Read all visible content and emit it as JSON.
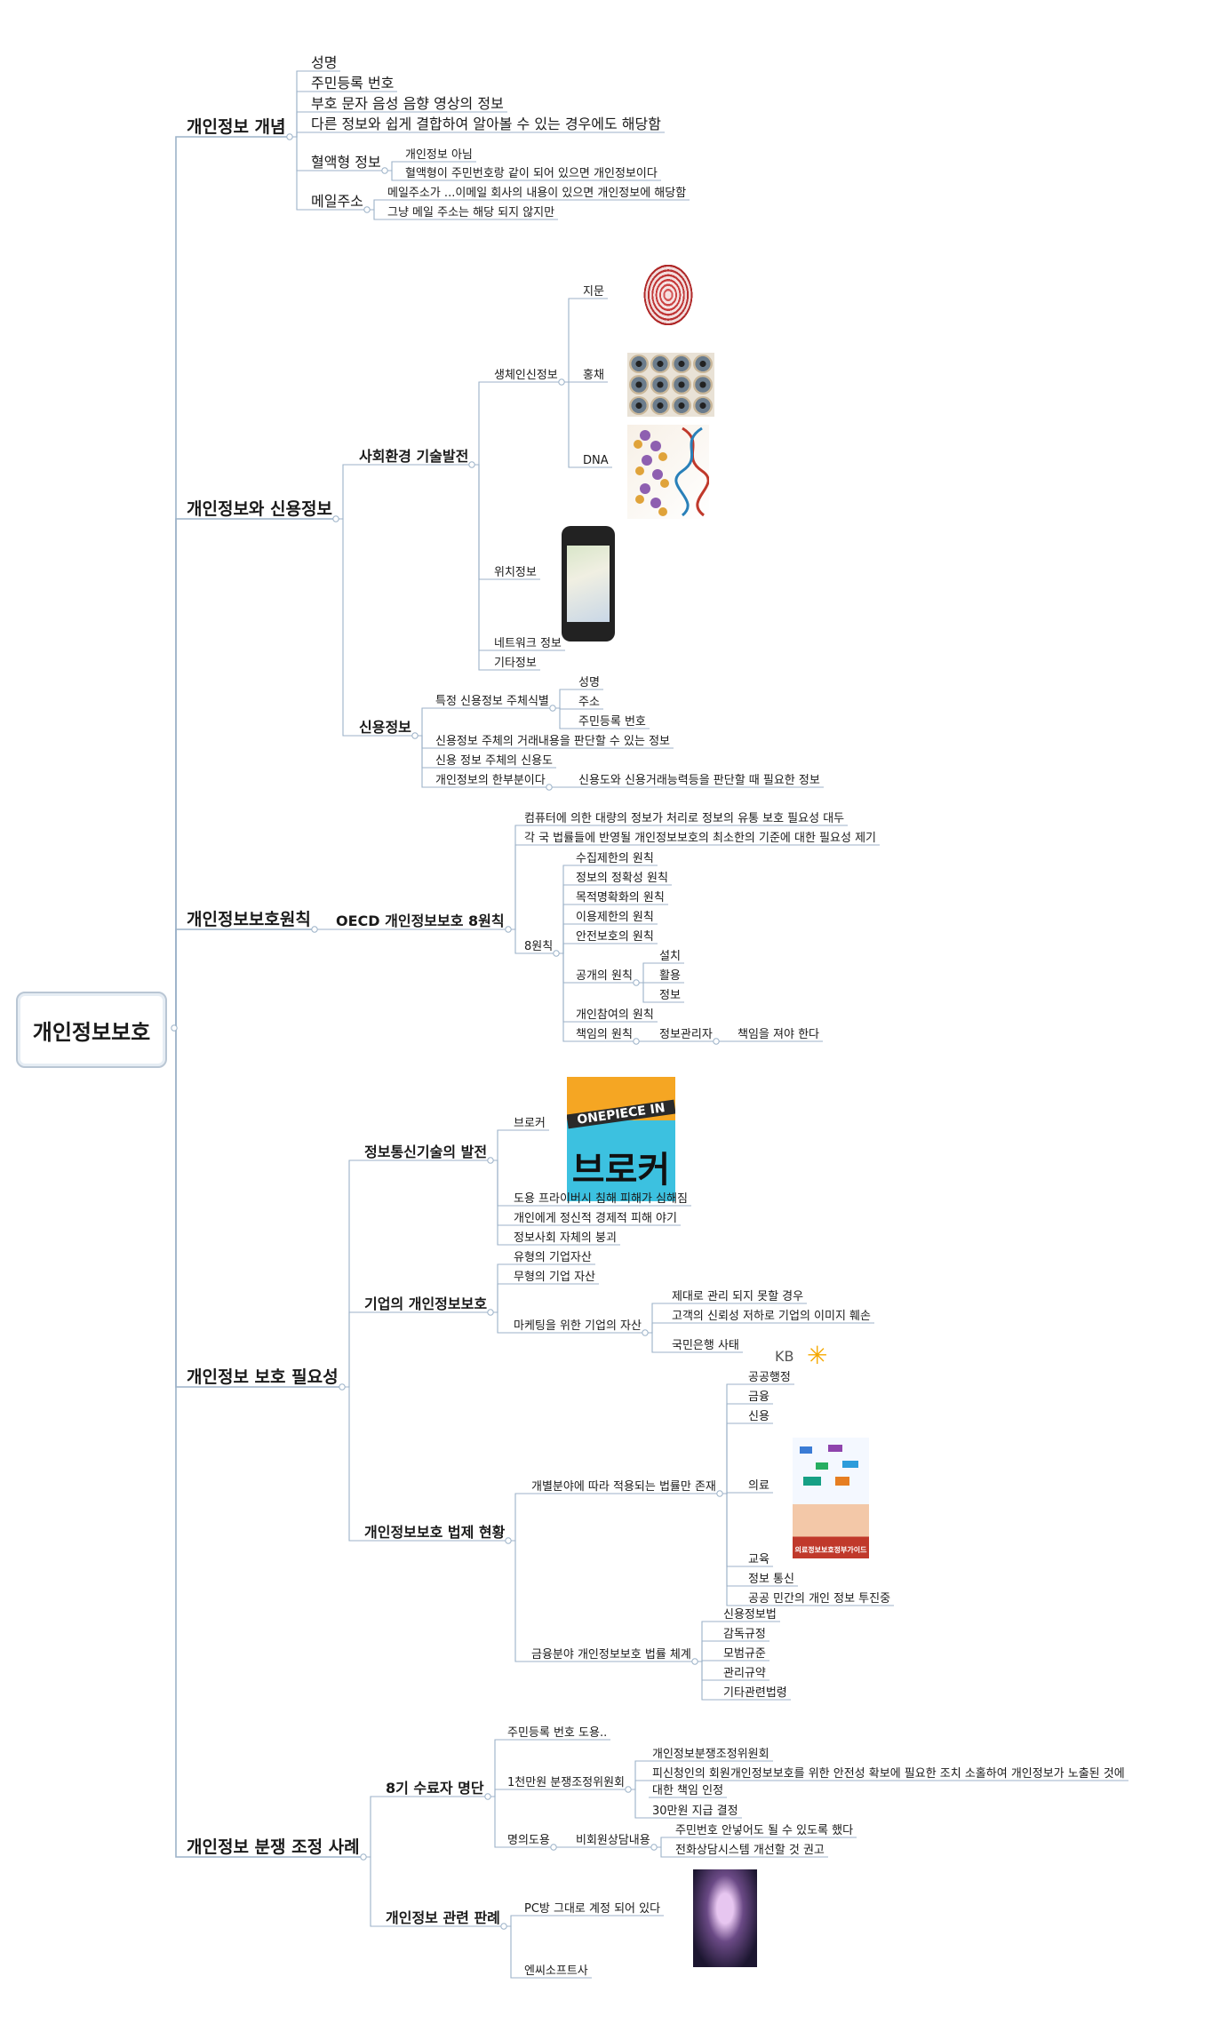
{
  "root": "개인정보보호",
  "images": {
    "onepiece_text": "ONEPIECE IN",
    "onepiece_kor": "브로커",
    "kb_text": "KB",
    "medical_text": "의료정보보호정부가이드"
  },
  "nodes": [
    {
      "id": "n1",
      "label": "개인정보 개념",
      "level": 1
    },
    {
      "id": "n1_1",
      "label": "성명",
      "level": 2
    },
    {
      "id": "n1_2",
      "label": "주민등록 번호",
      "level": 2
    },
    {
      "id": "n1_3",
      "label": "부호 문자 음성 음향 영상의 정보",
      "level": 2
    },
    {
      "id": "n1_4",
      "label": "다른 정보와 쉽게 결합하여 알아볼 수 있는 경우에도 해당함",
      "level": 2
    },
    {
      "id": "n1_5",
      "label": "혈액형 정보",
      "level": 2
    },
    {
      "id": "n1_5_1",
      "label": "개인정보 아님",
      "level": 3
    },
    {
      "id": "n1_5_2",
      "label": "혈액형이 주민번호랑 같이 되어 있으면 개인정보이다",
      "level": 3
    },
    {
      "id": "n1_6",
      "label": "메일주소",
      "level": 2
    },
    {
      "id": "n1_6_1",
      "label": "메일주소가 ...이메일 회사의 내용이 있으면 개인정보에 해당함",
      "level": 3
    },
    {
      "id": "n1_6_2",
      "label": "그냥 메일 주소는 해당 되지 않지만",
      "level": 3
    },
    {
      "id": "n2",
      "label": "개인정보와 신용정보",
      "level": 1
    },
    {
      "id": "n2_1",
      "label": "사회환경 기술발전",
      "level": 2
    },
    {
      "id": "n2_1_1",
      "label": "생체인신정보",
      "level": 3
    },
    {
      "id": "n2_1_1_1",
      "label": "지문",
      "level": 3
    },
    {
      "id": "n2_1_1_2",
      "label": "홍채",
      "level": 3
    },
    {
      "id": "n2_1_1_3",
      "label": "DNA",
      "level": 3
    },
    {
      "id": "n2_1_2",
      "label": "위치정보",
      "level": 3
    },
    {
      "id": "n2_1_3",
      "label": "네트워크 정보",
      "level": 3
    },
    {
      "id": "n2_1_4",
      "label": "기타정보",
      "level": 3
    },
    {
      "id": "n2_2",
      "label": "신용정보",
      "level": 2
    },
    {
      "id": "n2_2_1",
      "label": "특정 신용정보 주체식별",
      "level": 3
    },
    {
      "id": "n2_2_1_1",
      "label": "성명",
      "level": 3
    },
    {
      "id": "n2_2_1_2",
      "label": "주소",
      "level": 3
    },
    {
      "id": "n2_2_1_3",
      "label": "주민등록 번호",
      "level": 3
    },
    {
      "id": "n2_2_2",
      "label": "신용정보 주체의 거래내용을 판단할 수 있는 정보",
      "level": 3
    },
    {
      "id": "n2_2_3",
      "label": "신용 정보 주체의 신용도",
      "level": 3
    },
    {
      "id": "n2_2_4",
      "label": "개인정보의 한부분이다",
      "level": 3
    },
    {
      "id": "n2_2_4_1",
      "label": "신용도와 신용거래능력등을 판단할 때 필요한 정보",
      "level": 3
    },
    {
      "id": "n3",
      "label": "개인정보보호원칙",
      "level": 1
    },
    {
      "id": "n3_1",
      "label": "OECD 개인정보보호 8원칙",
      "level": 2
    },
    {
      "id": "n3_1_1",
      "label": "컴퓨터에 의한 대량의 정보가 처리로 정보의 유통 보호 필요성 대두",
      "level": 3
    },
    {
      "id": "n3_1_2",
      "label": "각 국 법률들에 반영될 개인정보보호의 최소한의 기준에 대한 필요성 제기",
      "level": 3
    },
    {
      "id": "n3_1_3",
      "label": "8원칙",
      "level": 3
    },
    {
      "id": "n3_1_3_1",
      "label": "수집제한의 원칙",
      "level": 3
    },
    {
      "id": "n3_1_3_2",
      "label": "정보의 정확성 원칙",
      "level": 3
    },
    {
      "id": "n3_1_3_3",
      "label": "목적명확화의 원칙",
      "level": 3
    },
    {
      "id": "n3_1_3_4",
      "label": "이용제한의 원칙",
      "level": 3
    },
    {
      "id": "n3_1_3_5",
      "label": "안전보호의 원칙",
      "level": 3
    },
    {
      "id": "n3_1_3_6",
      "label": "공개의 원칙",
      "level": 3
    },
    {
      "id": "n3_1_3_6_1",
      "label": "설치",
      "level": 3
    },
    {
      "id": "n3_1_3_6_2",
      "label": "활용",
      "level": 3
    },
    {
      "id": "n3_1_3_6_3",
      "label": "정보",
      "level": 3
    },
    {
      "id": "n3_1_3_7",
      "label": "개인참여의 원칙",
      "level": 3
    },
    {
      "id": "n3_1_3_8",
      "label": "책임의 원칙",
      "level": 3
    },
    {
      "id": "n3_1_3_8_1",
      "label": "정보관리자",
      "level": 3
    },
    {
      "id": "n3_1_3_8_1_1",
      "label": "책임을 져야 한다",
      "level": 3
    },
    {
      "id": "n4",
      "label": "개인정보 보호 필요성",
      "level": 1
    },
    {
      "id": "n4_1",
      "label": "정보통신기술의 발전",
      "level": 2
    },
    {
      "id": "n4_1_1",
      "label": "브로커",
      "level": 3
    },
    {
      "id": "n4_1_2",
      "label": "도용 프라이버시 침해 피해가 심해짐",
      "level": 3
    },
    {
      "id": "n4_1_3",
      "label": "개인에게 정신적 경제적 피해 야기",
      "level": 3
    },
    {
      "id": "n4_1_4",
      "label": "정보사회 자체의 붕괴",
      "level": 3
    },
    {
      "id": "n4_2",
      "label": "기업의 개인정보보호",
      "level": 2
    },
    {
      "id": "n4_2_1",
      "label": "유형의 기업자산",
      "level": 3
    },
    {
      "id": "n4_2_2",
      "label": "무형의 기업 자산",
      "level": 3
    },
    {
      "id": "n4_2_3",
      "label": "마케팅을 위한 기업의 자산",
      "level": 3
    },
    {
      "id": "n4_2_3_1",
      "label": "제대로 관리 되지 못할 경우",
      "level": 3
    },
    {
      "id": "n4_2_3_2",
      "label": "고객의 신뢰성 저하로 기업의 이미지 훼손",
      "level": 3
    },
    {
      "id": "n4_2_3_3",
      "label": "국민은행 사태",
      "level": 3
    },
    {
      "id": "n4_3",
      "label": "개인정보보호 법제 현황",
      "level": 2
    },
    {
      "id": "n4_3_1",
      "label": "개별분야에 따라 적용되는 법률만 존재",
      "level": 3
    },
    {
      "id": "n4_3_1_1",
      "label": "공공행정",
      "level": 3
    },
    {
      "id": "n4_3_1_2",
      "label": "금융",
      "level": 3
    },
    {
      "id": "n4_3_1_3",
      "label": "신용",
      "level": 3
    },
    {
      "id": "n4_3_1_4",
      "label": "의료",
      "level": 3
    },
    {
      "id": "n4_3_1_5",
      "label": "교육",
      "level": 3
    },
    {
      "id": "n4_3_1_6",
      "label": "정보 통신",
      "level": 3
    },
    {
      "id": "n4_3_1_7",
      "label": "공공 민간의 개인 정보 투진중",
      "level": 3
    },
    {
      "id": "n4_3_2",
      "label": "금융분야 개인정보보호 법률 체계",
      "level": 3
    },
    {
      "id": "n4_3_2_1",
      "label": "신용정보법",
      "level": 3
    },
    {
      "id": "n4_3_2_2",
      "label": "감독규정",
      "level": 3
    },
    {
      "id": "n4_3_2_3",
      "label": "모범규준",
      "level": 3
    },
    {
      "id": "n4_3_2_4",
      "label": "관리규약",
      "level": 3
    },
    {
      "id": "n4_3_2_5",
      "label": "기타관련법령",
      "level": 3
    },
    {
      "id": "n5",
      "label": "개인정보 분쟁 조정 사례",
      "level": 1
    },
    {
      "id": "n5_1",
      "label": "8기 수료자 명단",
      "level": 2
    },
    {
      "id": "n5_1_1",
      "label": "주민등록 번호 도용..",
      "level": 3
    },
    {
      "id": "n5_1_2",
      "label": "1천만원 분쟁조정위원회",
      "level": 3
    },
    {
      "id": "n5_1_2_1",
      "label": "개인정보분쟁조정위원회",
      "level": 3
    },
    {
      "id": "n5_1_2_2",
      "label": "피신청인의 회원개인정보보호를 위한 안전성 확보에 필요한 조치 소홀하여 개인정보가 노출된 것에",
      "level": 3
    },
    {
      "id": "n5_1_2_2b",
      "label": "대한 책임 인정",
      "level": 3
    },
    {
      "id": "n5_1_2_3",
      "label": "30만원 지급 결정",
      "level": 3
    },
    {
      "id": "n5_1_3",
      "label": "명의도용",
      "level": 3
    },
    {
      "id": "n5_1_3_1",
      "label": "비회원상담내용",
      "level": 3
    },
    {
      "id": "n5_1_3_1_1",
      "label": "주민번호 안넣어도 될 수 있도록 했다",
      "level": 3
    },
    {
      "id": "n5_1_3_1_2",
      "label": "전화상담시스템 개선할 것 권고",
      "level": 3
    },
    {
      "id": "n5_2",
      "label": "개인정보 관련 판례",
      "level": 2
    },
    {
      "id": "n5_2_1",
      "label": "PC방  그대로 계정 되어 있다",
      "level": 3
    },
    {
      "id": "n5_2_2",
      "label": "엔씨소프트사",
      "level": 3
    }
  ]
}
